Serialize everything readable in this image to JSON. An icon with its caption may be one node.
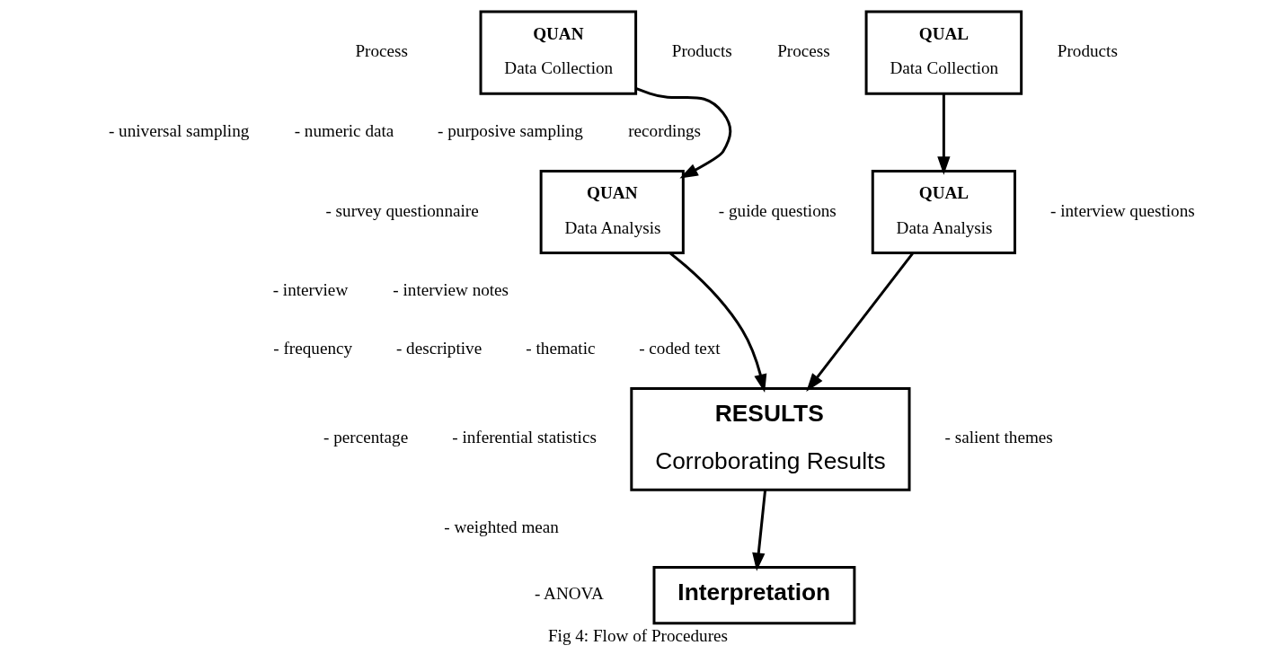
{
  "diagram": {
    "caption": "Fig 4: Flow of Procedures",
    "nodes": [
      {
        "text": [
          "QUAN",
          "Data Collection"
        ]
      },
      {
        "text": [
          "QUAN",
          "Data Analysis"
        ]
      },
      {
        "text": [
          "QUAL",
          "Data Collection"
        ]
      },
      {
        "text": [
          "QUAL",
          "Data Analysis"
        ]
      },
      {
        "text": [
          "RESULTS",
          "Corroborating Results"
        ]
      },
      {
        "text": [
          "Interpretation"
        ]
      }
    ],
    "edges": [
      {
        "from": 0,
        "to": 1,
        "arrow": "to"
      },
      {
        "from": 2,
        "to": 3,
        "arrow": "to"
      },
      {
        "from": 1,
        "to": 4,
        "arrow": "to"
      },
      {
        "from": 3,
        "to": 4,
        "arrow": "to"
      },
      {
        "from": 4,
        "to": 5,
        "arrow": "to"
      }
    ],
    "labels": [
      "Process",
      "Products",
      "Process",
      "Products",
      "- universal sampling",
      "- numeric data",
      "- purposive sampling",
      "recordings",
      "- survey questionnaire",
      "- guide questions",
      "- interview questions",
      "- interview",
      "- interview notes",
      "- frequency",
      "- descriptive",
      "- thematic",
      "- coded text",
      "- percentage",
      "- inferential statistics",
      "- salient themes",
      "- weighted mean",
      "- ANOVA"
    ]
  }
}
